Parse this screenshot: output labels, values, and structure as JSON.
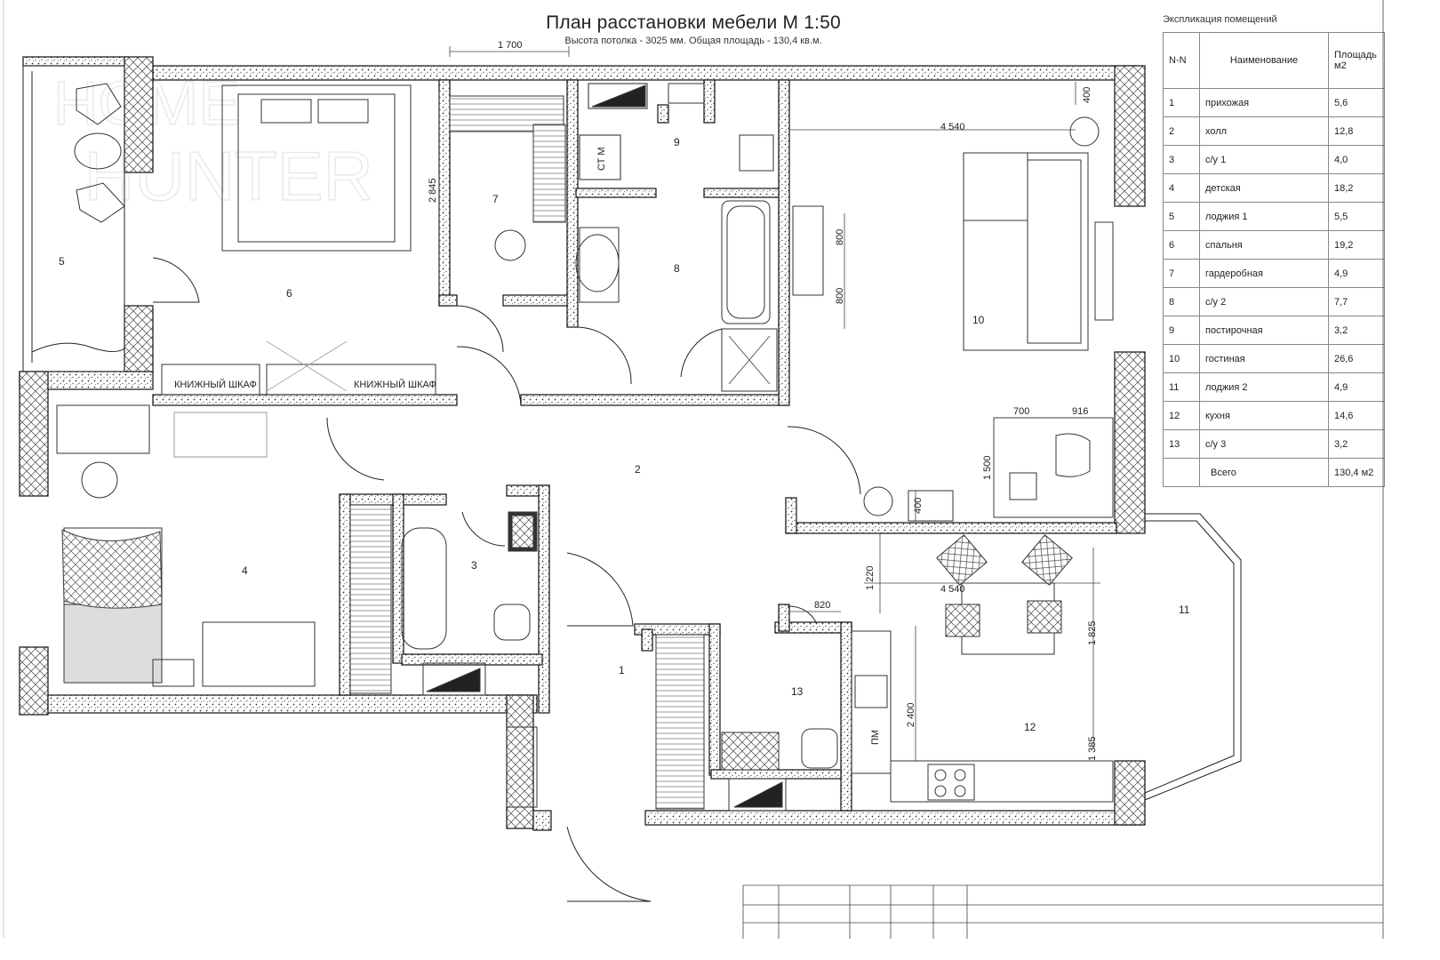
{
  "title": {
    "main": "План расстановки мебели М 1:50",
    "sub": "Высота потолка - 3025 мм. Общая площадь - 130,4 кв.м."
  },
  "explication": {
    "title": "Экспликация помещений",
    "headers": [
      "N-N",
      "Наименование",
      "Площадь м2"
    ],
    "rows": [
      {
        "n": "1",
        "name": "прихожая",
        "area": "5,6"
      },
      {
        "n": "2",
        "name": "холл",
        "area": "12,8"
      },
      {
        "n": "3",
        "name": "с/у 1",
        "area": "4,0"
      },
      {
        "n": "4",
        "name": "детская",
        "area": "18,2"
      },
      {
        "n": "5",
        "name": "лоджия 1",
        "area": "5,5"
      },
      {
        "n": "6",
        "name": "спальня",
        "area": "19,2"
      },
      {
        "n": "7",
        "name": "гардеробная",
        "area": "4,9"
      },
      {
        "n": "8",
        "name": "с/у 2",
        "area": "7,7"
      },
      {
        "n": "9",
        "name": "постирочная",
        "area": "3,2"
      },
      {
        "n": "10",
        "name": "гостиная",
        "area": "26,6"
      },
      {
        "n": "11",
        "name": "лоджия 2",
        "area": "4,9"
      },
      {
        "n": "12",
        "name": "кухня",
        "area": "14,6"
      },
      {
        "n": "13",
        "name": "с/у 3",
        "area": "3,2"
      }
    ],
    "total": {
      "name": "Всего",
      "area": "130,4 м2"
    }
  },
  "plan": {
    "room_numbers": [
      "1",
      "2",
      "3",
      "4",
      "5",
      "6",
      "7",
      "8",
      "9",
      "10",
      "11",
      "12",
      "13"
    ],
    "labels": {
      "bookcase_left": "КНИЖНЫЙ ШКАФ",
      "bookcase_right": "КНИЖНЫЙ ШКАФ",
      "washer": "СТ М",
      "dishwasher": "ПМ"
    },
    "dimensions": {
      "top_1700": "1 700",
      "left_2845": "2 845",
      "living_4540": "4 540",
      "living_400_top": "400",
      "sconce_800_a": "800",
      "sconce_800_b": "800",
      "desk_700": "700",
      "desk_916": "916",
      "desk_1500": "1 500",
      "desk_400": "400",
      "kitchen_4540": "4 540",
      "kitchen_1220": "1 220",
      "kitchen_820": "820",
      "kitchen_1825": "1 825",
      "kitchen_2400": "2 400",
      "kitchen_1385": "1 385"
    }
  },
  "watermark": [
    "HOME",
    "HUNTER"
  ]
}
